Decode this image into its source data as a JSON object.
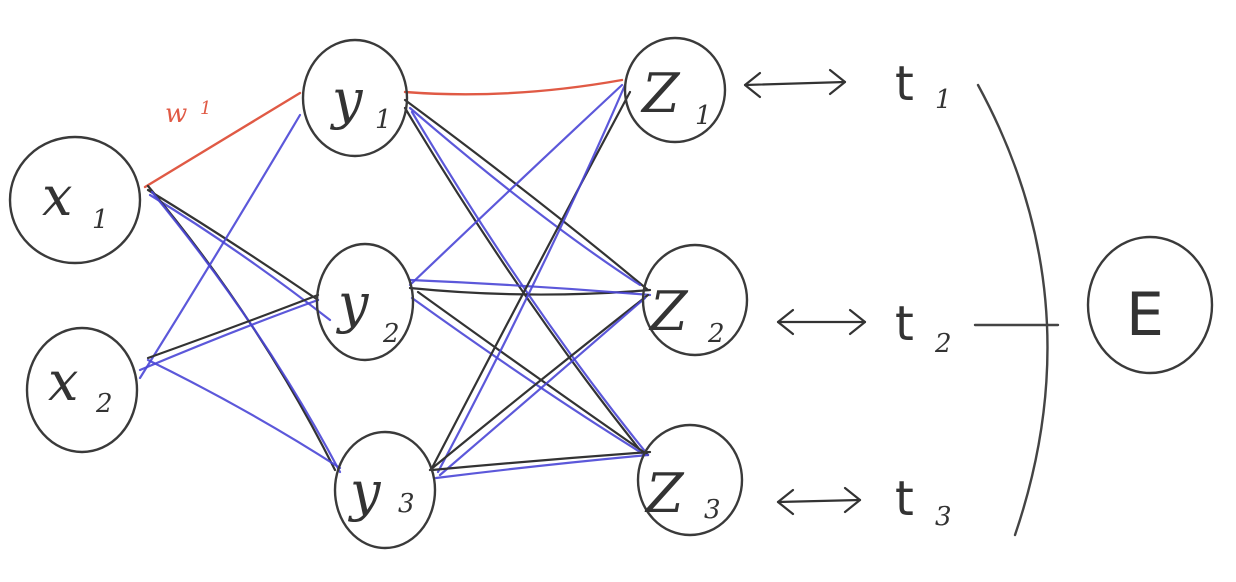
{
  "nodes": {
    "inputs": [
      {
        "main": "x",
        "sub": "1"
      },
      {
        "main": "x",
        "sub": "2"
      }
    ],
    "hidden": [
      {
        "main": "y",
        "sub": "1"
      },
      {
        "main": "y",
        "sub": "2"
      },
      {
        "main": "y",
        "sub": "3"
      }
    ],
    "outputs": [
      {
        "main": "Z",
        "sub": "1"
      },
      {
        "main": "Z",
        "sub": "2"
      },
      {
        "main": "Z",
        "sub": "3"
      }
    ]
  },
  "targets": [
    {
      "main": "t",
      "sub": "1"
    },
    {
      "main": "t",
      "sub": "2"
    },
    {
      "main": "t",
      "sub": "3"
    }
  ],
  "weight_label": "w",
  "weight_label_sub": "1",
  "error_label": "E",
  "colors": {
    "highlight": "#e05a45",
    "ink": "#333333",
    "blue_ink": "#4a46d6"
  }
}
